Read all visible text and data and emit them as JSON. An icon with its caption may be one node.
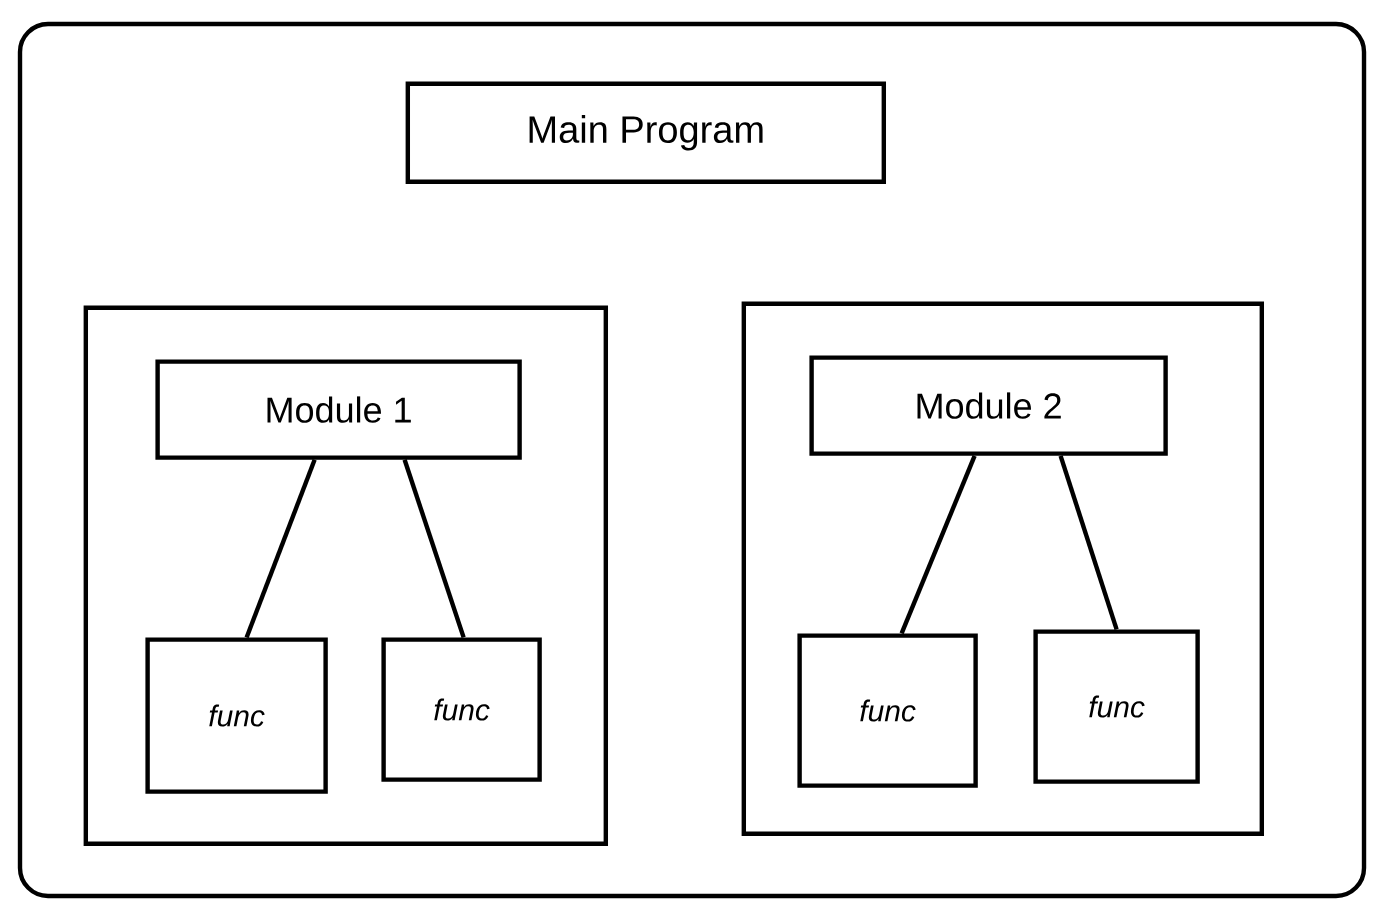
{
  "diagram": {
    "nodes": [
      {
        "text": [],
        "shape": "box"
      },
      {
        "text": [
          "Main Program"
        ],
        "in": 0
      },
      {
        "text": [],
        "shape": "box",
        "in": 0
      },
      {
        "text": [
          "Module 1"
        ],
        "in": 2
      },
      {
        "text": [
          "func"
        ],
        "in": 2
      },
      {
        "text": [
          "func"
        ],
        "in": 2
      },
      {
        "text": [],
        "shape": "box",
        "in": 0
      },
      {
        "text": [
          "Module 2"
        ],
        "in": 6
      },
      {
        "text": [
          "func"
        ],
        "in": 6
      },
      {
        "text": [
          "func"
        ],
        "in": 6
      }
    ],
    "edges": [
      {
        "from": 3,
        "to": 4,
        "arrow": "none"
      },
      {
        "from": 3,
        "to": 5,
        "arrow": "none"
      },
      {
        "from": 7,
        "to": 8,
        "arrow": "none"
      },
      {
        "from": 7,
        "to": 9,
        "arrow": "none"
      }
    ]
  }
}
